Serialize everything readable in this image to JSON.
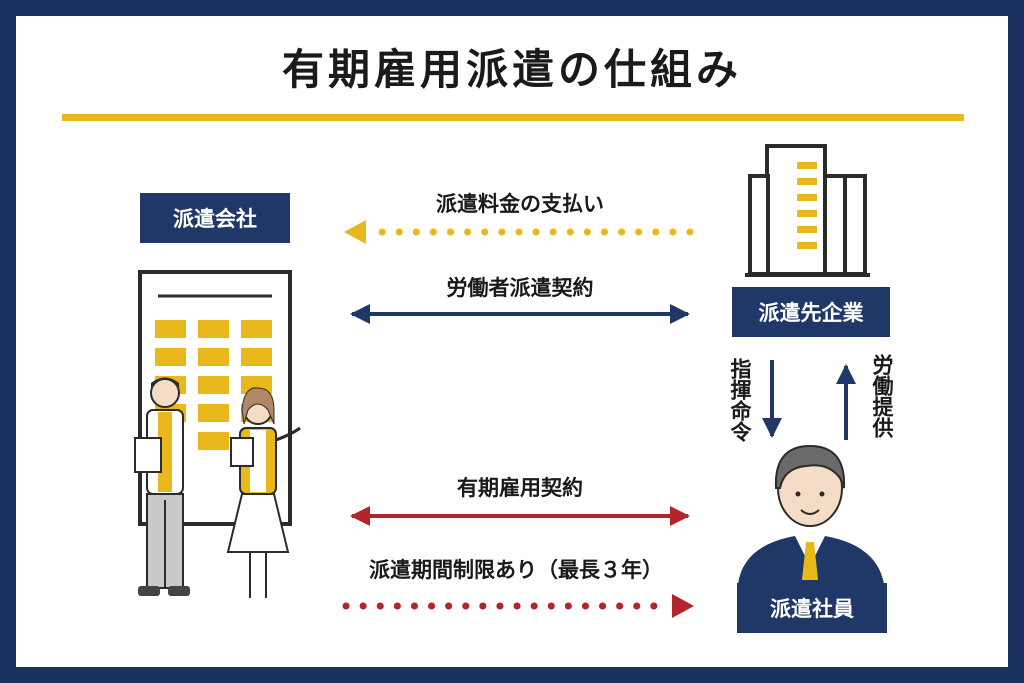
{
  "title": "有期雇用派遣の仕組み",
  "nodes": {
    "dispatch_company": "派遣会社",
    "client_company": "派遣先企業",
    "dispatched_employee": "派遣社員"
  },
  "arrows": {
    "fee_payment": "派遣料金の支払い",
    "worker_dispatch_contract": "労働者派遣契約",
    "fixed_term_contract": "有期雇用契約",
    "period_limit": "派遣期間制限あり（最長３年）",
    "instruction": "指揮命令",
    "labor_provision": "労働提供"
  },
  "colors": {
    "navy": "#1f3868",
    "gold": "#e8b81c",
    "red": "#b3242b",
    "frame": "#1b3160"
  }
}
